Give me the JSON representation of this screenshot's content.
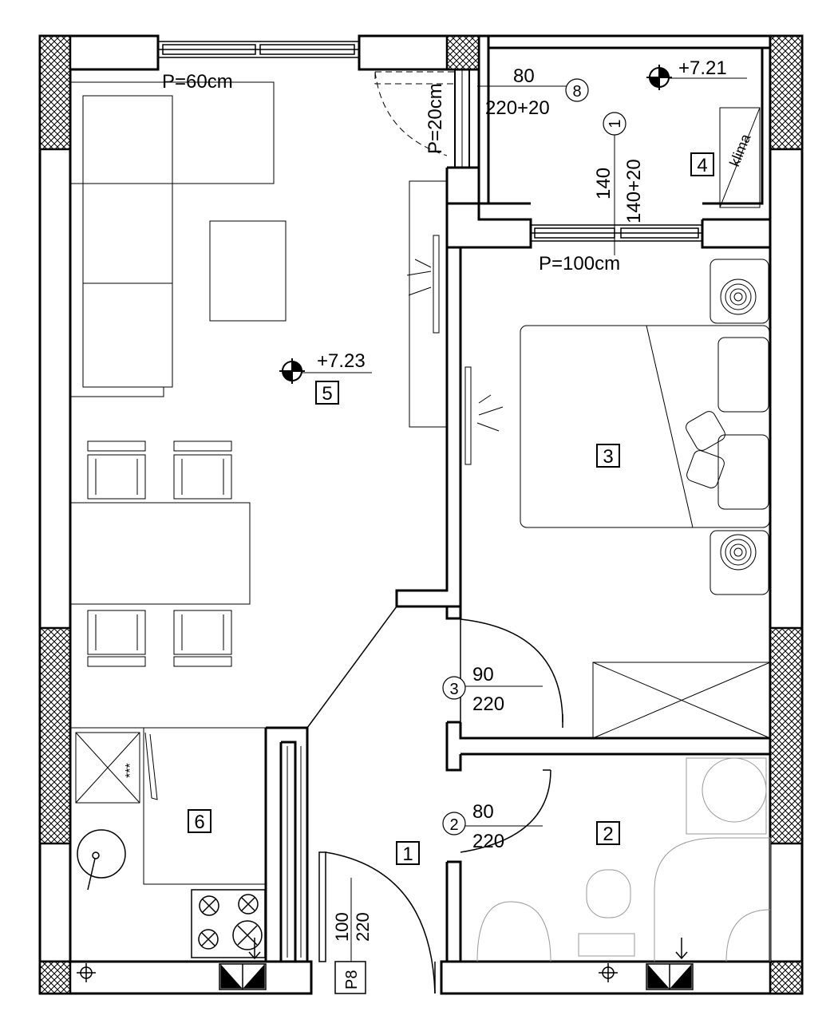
{
  "plan": {
    "rooms": [
      {
        "id": "1"
      },
      {
        "id": "2"
      },
      {
        "id": "3"
      },
      {
        "id": "4"
      },
      {
        "id": "5"
      },
      {
        "id": "6"
      }
    ],
    "levels": {
      "living": "+7.23",
      "balcony": "+7.21"
    },
    "parapets": {
      "living_window": "P=60cm",
      "balcony_window": "P=100cm",
      "balcony_door": "P=20cm"
    },
    "doors": {
      "door_8": {
        "tag": "8",
        "width": "80",
        "height": "220+20"
      },
      "door_1": {
        "tag": "1",
        "width": "140",
        "height": "140+20"
      },
      "door_3": {
        "tag": "3",
        "width": "90",
        "height": "220"
      },
      "door_2": {
        "tag": "2",
        "width": "80",
        "height": "220"
      },
      "entry": {
        "width": "100",
        "height": "220"
      }
    },
    "labels": {
      "klima": "klima",
      "stove_mark": "***",
      "entry_code": "P8"
    }
  }
}
